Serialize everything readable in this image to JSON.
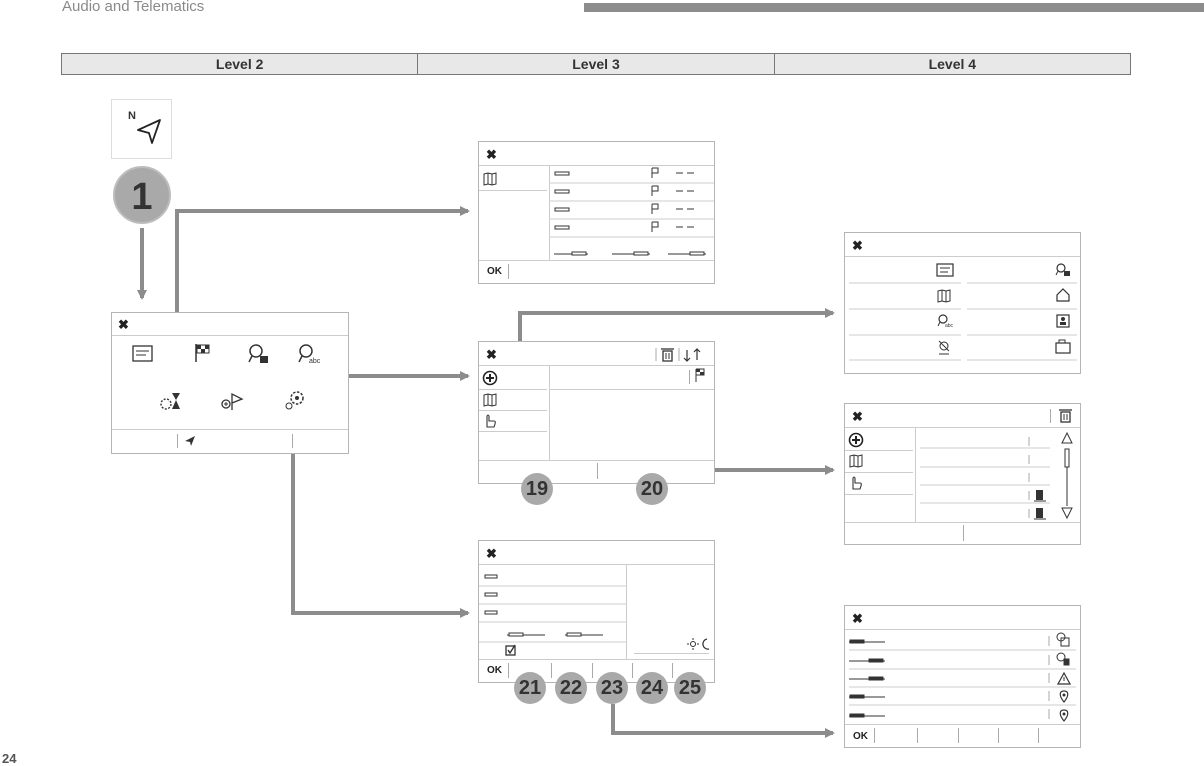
{
  "header": {
    "title": "Audio and Telematics"
  },
  "levels": [
    "Level 2",
    "Level 3",
    "Level 4"
  ],
  "page_number": "24",
  "step_number": "1",
  "nav_tile_letter": "N",
  "callouts": [
    "19",
    "20",
    "21",
    "22",
    "23",
    "24",
    "25"
  ],
  "buttons": {
    "ok": "OK",
    "close": "✖"
  },
  "colors": {
    "arrow": "#8c8c8c",
    "level_bar": "#e8e8e8",
    "callout": "#a9a9a9"
  }
}
